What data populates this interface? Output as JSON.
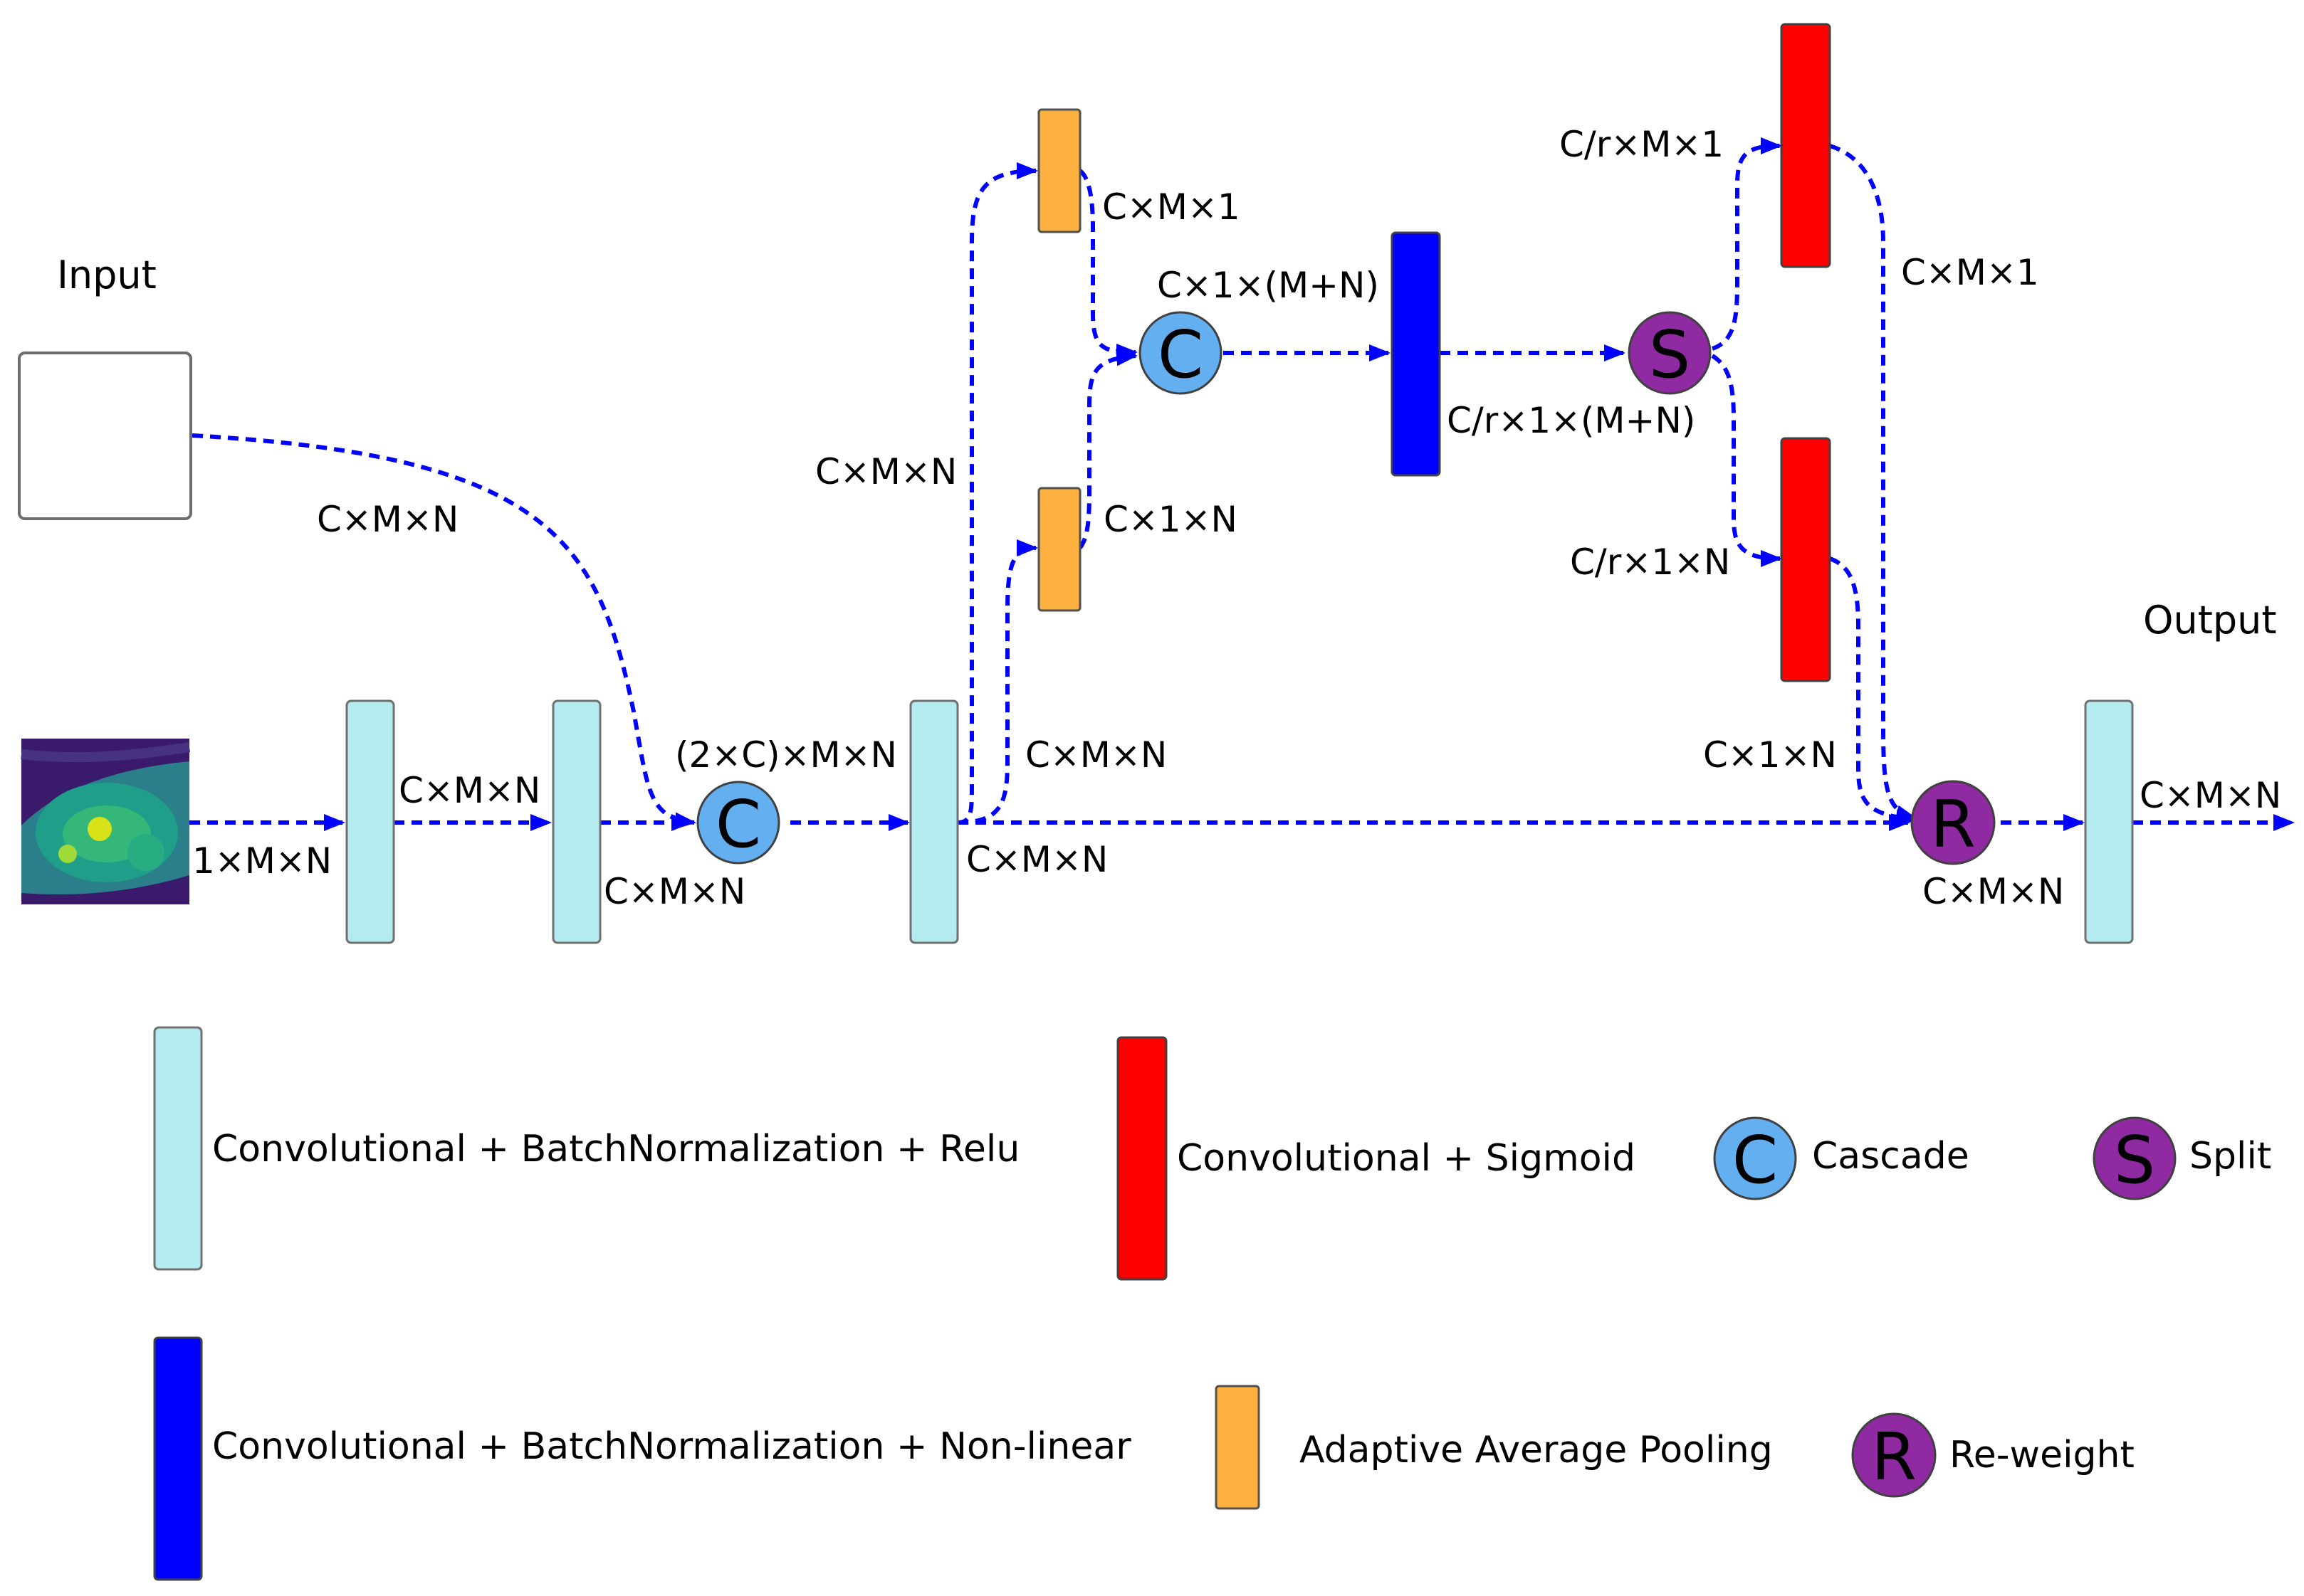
{
  "colors": {
    "conv_bn_relu": "#b3ebef",
    "conv_sigmoid": "#ff0000",
    "conv_bn_nonlinear": "#0000ff",
    "pooling": "#fbb040",
    "cascade": "#63aff0",
    "split_reweight": "#8f2aa3",
    "flow": "#0000ff",
    "io_label": "#ff0000"
  },
  "labels": {
    "input": "Input",
    "output": "Output"
  },
  "dims": {
    "input_branch": "C×M×N",
    "image_out": "1×M×N",
    "conv1_out": "C×M×N",
    "conv2_out": "C×M×N",
    "cascade1_out": "(2×C)×M×N",
    "conv3_out_bottom": "C×M×N",
    "conv3_to_pool_bottom": "C×M×N",
    "conv3_to_pool_top": "C×M×N",
    "pool_top": "C×M×1",
    "pool_bottom": "C×1×N",
    "cascade2": "C×1×(M+N)",
    "nonlinear_out": "C/r×1×(M+N)",
    "split_top": "C/r×M×1",
    "split_bottom": "C/r×1×N",
    "sigmoid_top": "C×M×1",
    "sigmoid_bottom": "C×1×N",
    "reweight_out": "C×M×N",
    "final_out": "C×M×N"
  },
  "nodes": {
    "cascade_letter": "C",
    "split_letter": "S",
    "reweight_letter": "R"
  },
  "legend": {
    "conv_bn_relu": "Convolutional + BatchNormalization + Relu",
    "conv_sigmoid": "Convolutional + Sigmoid",
    "cascade": "Cascade",
    "split": "Split",
    "conv_bn_nonlinear": "Convolutional + BatchNormalization + Non-linear",
    "pooling": "Adaptive Average Pooling",
    "reweight": "Re-weight"
  }
}
